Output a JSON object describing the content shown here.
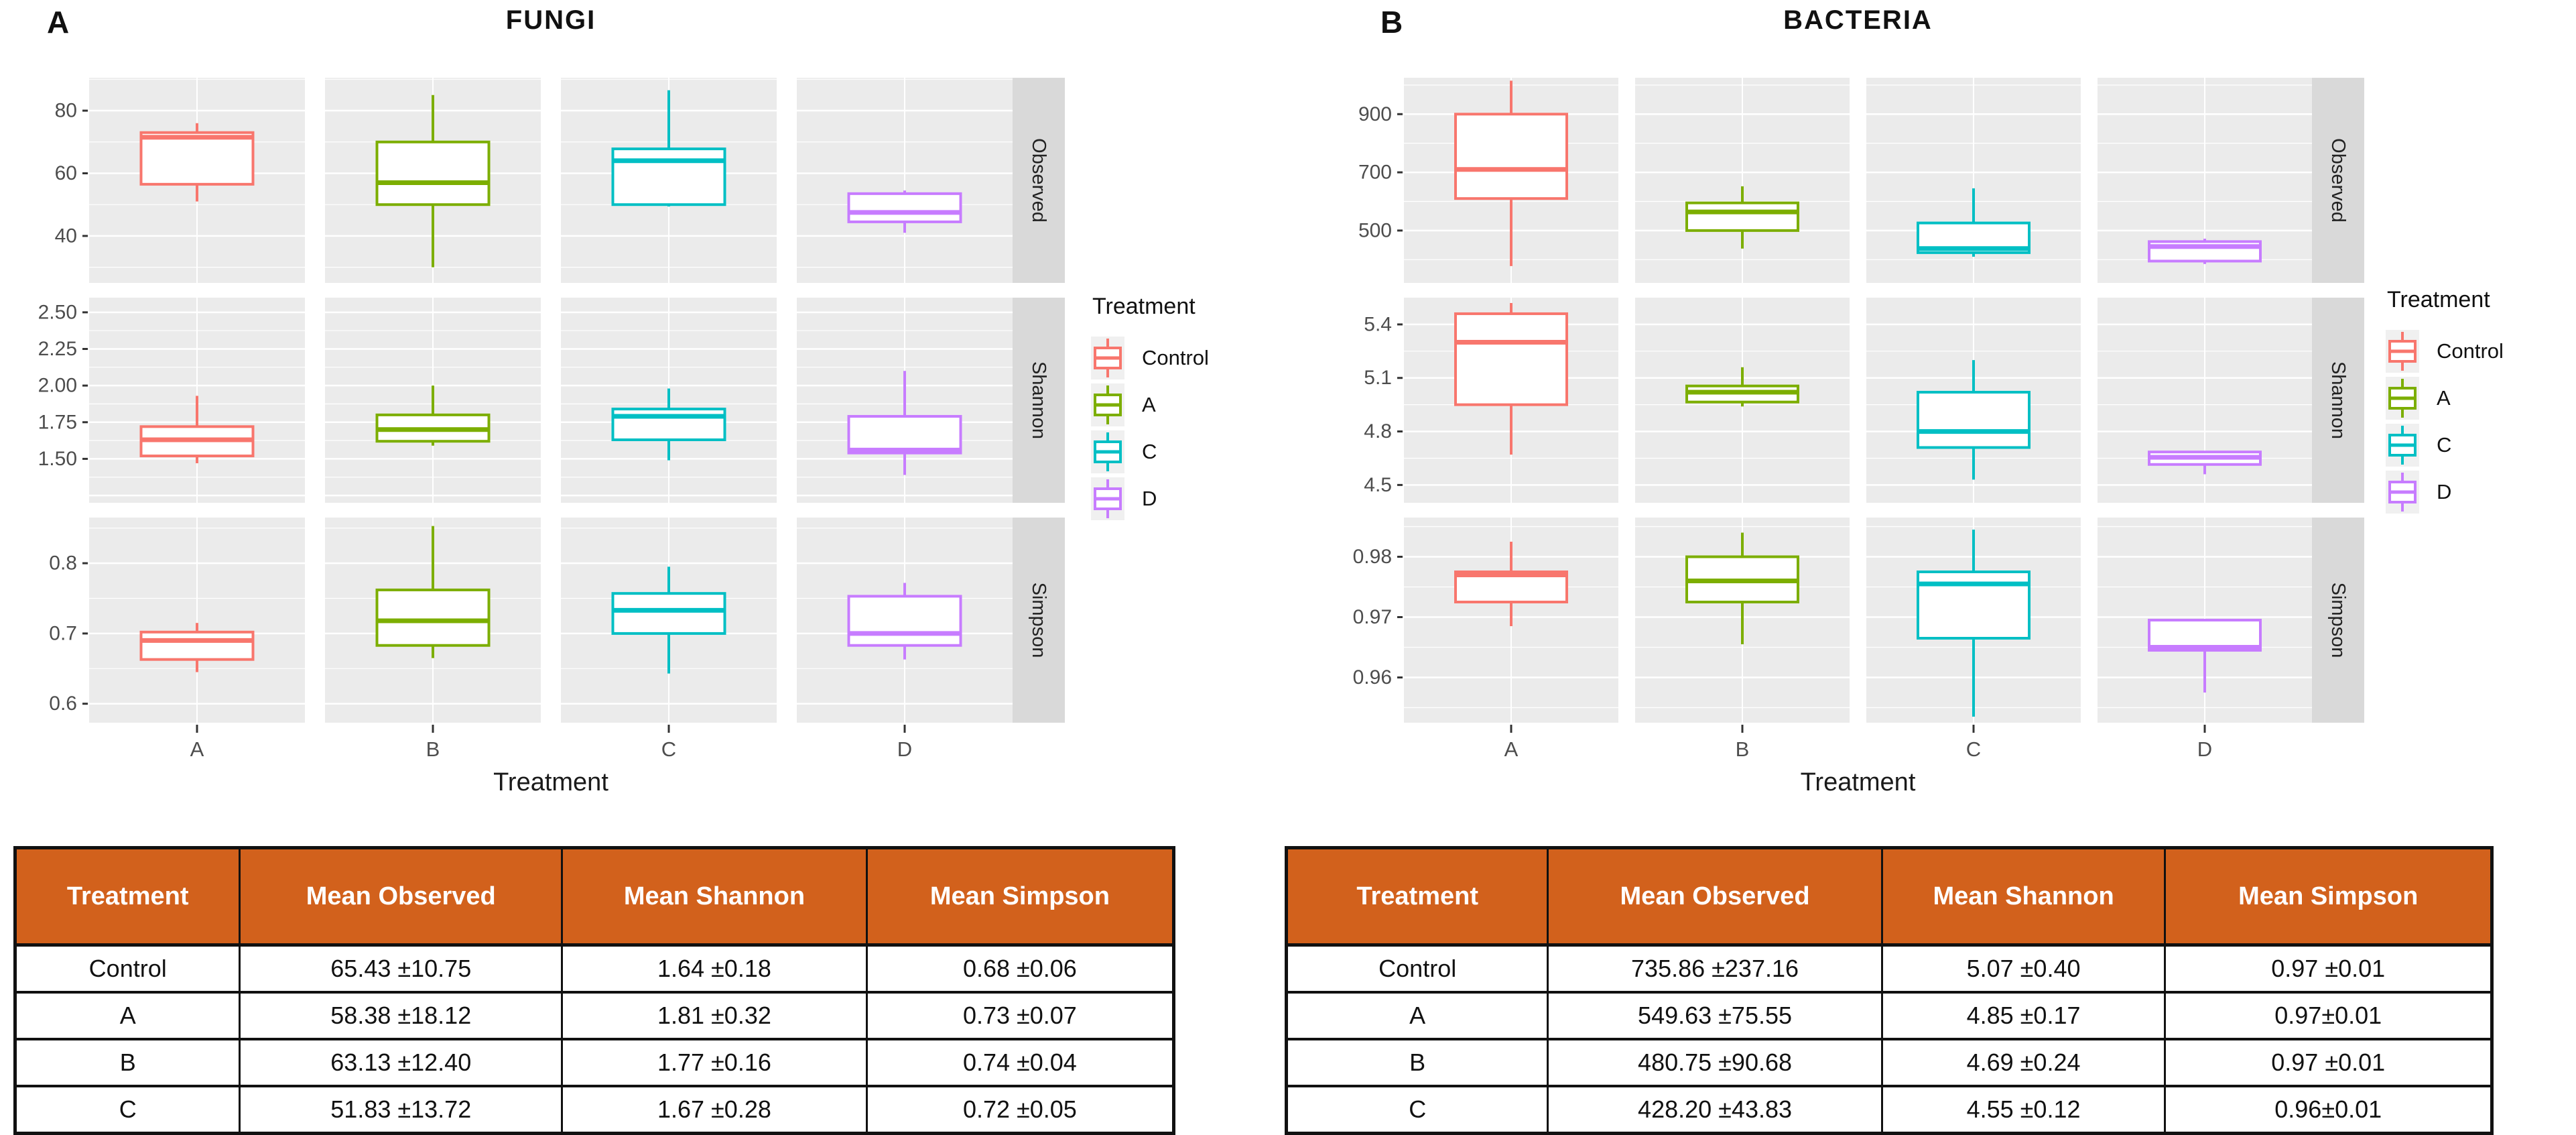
{
  "colors": {
    "control": "#F8766D",
    "treatment_a": "#7CAE00",
    "treatment_c": "#00BFC4",
    "treatment_d": "#C77CFF",
    "panel_bg": "#EBEBEB",
    "strip_bg": "#D9D9D9",
    "grid": "#FFFFFF",
    "table_header_bg": "#D2611C",
    "table_header_text": "#FFFFFF"
  },
  "chart_data": [
    {
      "type": "boxplot",
      "panel_label": "A",
      "title": "FUNGI",
      "x_axis_title": "Treatment",
      "categories": [
        "A",
        "B",
        "C",
        "D"
      ],
      "legend": {
        "title": "Treatment",
        "position": "right",
        "entries": [
          {
            "label": "Control",
            "color": "#F8766D"
          },
          {
            "label": "A",
            "color": "#7CAE00"
          },
          {
            "label": "C",
            "color": "#00BFC4"
          },
          {
            "label": "D",
            "color": "#C77CFF"
          }
        ]
      },
      "facets": [
        {
          "name": "Observed",
          "ylim": [
            25,
            90.5
          ],
          "ticks": [
            40,
            60,
            80
          ],
          "tick_labels": [
            "40",
            "60",
            "80"
          ],
          "boxes": [
            {
              "category": "A",
              "series": "Control",
              "color": "#F8766D",
              "whisker_low": 51,
              "q1": 56.5,
              "median": 71.5,
              "q3": 73,
              "whisker_high": 76
            },
            {
              "category": "B",
              "series": "A",
              "color": "#7CAE00",
              "whisker_low": 30,
              "q1": 50,
              "median": 57,
              "q3": 70,
              "whisker_high": 85
            },
            {
              "category": "C",
              "series": "C",
              "color": "#00BFC4",
              "whisker_low": 49.4,
              "q1": 50,
              "median": 64,
              "q3": 67.8,
              "whisker_high": 86.5
            },
            {
              "category": "D",
              "series": "D",
              "color": "#C77CFF",
              "whisker_low": 41,
              "q1": 44.5,
              "median": 47.5,
              "q3": 53.5,
              "whisker_high": 54.5
            }
          ]
        },
        {
          "name": "Shannon",
          "ylim": [
            1.2,
            2.6
          ],
          "ticks": [
            1.5,
            1.75,
            2.0,
            2.25,
            2.5
          ],
          "tick_labels": [
            "1.50",
            "1.75",
            "2.00",
            "2.25",
            "2.50"
          ],
          "boxes": [
            {
              "category": "A",
              "series": "Control",
              "color": "#F8766D",
              "whisker_low": 1.47,
              "q1": 1.52,
              "median": 1.63,
              "q3": 1.72,
              "whisker_high": 1.93
            },
            {
              "category": "B",
              "series": "A",
              "color": "#7CAE00",
              "whisker_low": 1.59,
              "q1": 1.62,
              "median": 1.7,
              "q3": 1.8,
              "whisker_high": 2.0
            },
            {
              "category": "C",
              "series": "C",
              "color": "#00BFC4",
              "whisker_low": 1.49,
              "q1": 1.63,
              "median": 1.79,
              "q3": 1.84,
              "whisker_high": 1.98
            },
            {
              "category": "D",
              "series": "D",
              "color": "#C77CFF",
              "whisker_low": 1.39,
              "q1": 1.54,
              "median": 1.56,
              "q3": 1.79,
              "whisker_high": 2.1
            }
          ]
        },
        {
          "name": "Simpson",
          "ylim": [
            0.573,
            0.865
          ],
          "ticks": [
            0.6,
            0.7,
            0.8
          ],
          "tick_labels": [
            "0.6",
            "0.7",
            "0.8"
          ],
          "boxes": [
            {
              "category": "A",
              "series": "Control",
              "color": "#F8766D",
              "whisker_low": 0.645,
              "q1": 0.663,
              "median": 0.69,
              "q3": 0.702,
              "whisker_high": 0.715
            },
            {
              "category": "B",
              "series": "A",
              "color": "#7CAE00",
              "whisker_low": 0.665,
              "q1": 0.683,
              "median": 0.718,
              "q3": 0.762,
              "whisker_high": 0.853
            },
            {
              "category": "C",
              "series": "C",
              "color": "#00BFC4",
              "whisker_low": 0.643,
              "q1": 0.7,
              "median": 0.733,
              "q3": 0.757,
              "whisker_high": 0.795
            },
            {
              "category": "D",
              "series": "D",
              "color": "#C77CFF",
              "whisker_low": 0.663,
              "q1": 0.683,
              "median": 0.7,
              "q3": 0.753,
              "whisker_high": 0.772
            }
          ]
        }
      ],
      "table": {
        "headers": [
          "Treatment",
          "Mean Observed",
          "Mean Shannon",
          "Mean Simpson"
        ],
        "rows": [
          [
            "Control",
            "65.43 ±10.75",
            "1.64 ±0.18",
            "0.68 ±0.06"
          ],
          [
            "A",
            "58.38 ±18.12",
            "1.81 ±0.32",
            "0.73 ±0.07"
          ],
          [
            "B",
            "63.13 ±12.40",
            "1.77 ±0.16",
            "0.74 ±0.04"
          ],
          [
            "C",
            "51.83 ±13.72",
            "1.67 ±0.28",
            "0.72 ±0.05"
          ]
        ]
      }
    },
    {
      "type": "boxplot",
      "panel_label": "B",
      "title": "BACTERIA",
      "x_axis_title": "Treatment",
      "categories": [
        "A",
        "B",
        "C",
        "D"
      ],
      "legend": {
        "title": "Treatment",
        "position": "right",
        "entries": [
          {
            "label": "Control",
            "color": "#F8766D"
          },
          {
            "label": "A",
            "color": "#7CAE00"
          },
          {
            "label": "C",
            "color": "#00BFC4"
          },
          {
            "label": "D",
            "color": "#C77CFF"
          }
        ]
      },
      "facets": [
        {
          "name": "Observed",
          "ylim": [
            320,
            1025
          ],
          "ticks": [
            500,
            700,
            900
          ],
          "tick_labels": [
            "500",
            "700",
            "900"
          ],
          "boxes": [
            {
              "category": "A",
              "series": "Control",
              "color": "#F8766D",
              "whisker_low": 378,
              "q1": 610,
              "median": 710,
              "q3": 900,
              "whisker_high": 1015
            },
            {
              "category": "B",
              "series": "A",
              "color": "#7CAE00",
              "whisker_low": 438,
              "q1": 500,
              "median": 564,
              "q3": 595,
              "whisker_high": 652
            },
            {
              "category": "C",
              "series": "C",
              "color": "#00BFC4",
              "whisker_low": 410,
              "q1": 424,
              "median": 438,
              "q3": 526,
              "whisker_high": 645
            },
            {
              "category": "D",
              "series": "D",
              "color": "#C77CFF",
              "whisker_low": 385,
              "q1": 395,
              "median": 445,
              "q3": 462,
              "whisker_high": 472
            }
          ]
        },
        {
          "name": "Shannon",
          "ylim": [
            4.4,
            5.55
          ],
          "ticks": [
            4.5,
            4.8,
            5.1,
            5.4
          ],
          "tick_labels": [
            "4.5",
            "4.8",
            "5.1",
            "5.4"
          ],
          "boxes": [
            {
              "category": "A",
              "series": "Control",
              "color": "#F8766D",
              "whisker_low": 4.67,
              "q1": 4.95,
              "median": 5.3,
              "q3": 5.46,
              "whisker_high": 5.52
            },
            {
              "category": "B",
              "series": "A",
              "color": "#7CAE00",
              "whisker_low": 4.94,
              "q1": 4.965,
              "median": 5.02,
              "q3": 5.055,
              "whisker_high": 5.16
            },
            {
              "category": "C",
              "series": "C",
              "color": "#00BFC4",
              "whisker_low": 4.53,
              "q1": 4.71,
              "median": 4.8,
              "q3": 5.02,
              "whisker_high": 5.2
            },
            {
              "category": "D",
              "series": "D",
              "color": "#C77CFF",
              "whisker_low": 4.56,
              "q1": 4.615,
              "median": 4.655,
              "q3": 4.685,
              "whisker_high": 4.69
            }
          ]
        },
        {
          "name": "Simpson",
          "ylim": [
            0.9525,
            0.9865
          ],
          "ticks": [
            0.96,
            0.97,
            0.98
          ],
          "tick_labels": [
            "0.96",
            "0.97",
            "0.98"
          ],
          "boxes": [
            {
              "category": "A",
              "series": "Control",
              "color": "#F8766D",
              "whisker_low": 0.9685,
              "q1": 0.9725,
              "median": 0.977,
              "q3": 0.9775,
              "whisker_high": 0.9825
            },
            {
              "category": "B",
              "series": "A",
              "color": "#7CAE00",
              "whisker_low": 0.9655,
              "q1": 0.9725,
              "median": 0.976,
              "q3": 0.98,
              "whisker_high": 0.984
            },
            {
              "category": "C",
              "series": "C",
              "color": "#00BFC4",
              "whisker_low": 0.9535,
              "q1": 0.9665,
              "median": 0.9755,
              "q3": 0.9775,
              "whisker_high": 0.9845
            },
            {
              "category": "D",
              "series": "D",
              "color": "#C77CFF",
              "whisker_low": 0.9575,
              "q1": 0.9645,
              "median": 0.965,
              "q3": 0.9695,
              "whisker_high": 0.9697
            }
          ]
        }
      ],
      "table": {
        "headers": [
          "Treatment",
          "Mean Observed",
          "Mean Shannon",
          "Mean Simpson"
        ],
        "rows": [
          [
            "Control",
            "735.86 ±237.16",
            "5.07 ±0.40",
            "0.97 ±0.01"
          ],
          [
            "A",
            "549.63 ±75.55",
            "4.85 ±0.17",
            "0.97±0.01"
          ],
          [
            "B",
            "480.75 ±90.68",
            "4.69 ±0.24",
            "0.97 ±0.01"
          ],
          [
            "C",
            "428.20 ±43.83",
            "4.55 ±0.12",
            "0.96±0.01"
          ]
        ]
      }
    }
  ]
}
